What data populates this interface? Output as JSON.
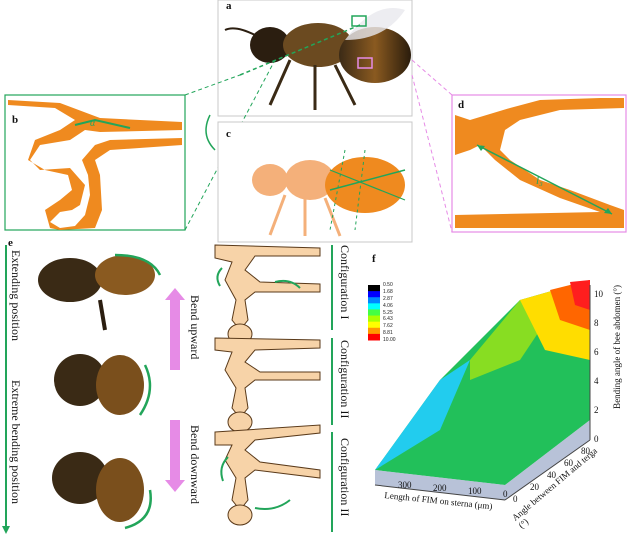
{
  "panels": {
    "a": "a",
    "b": "b",
    "c": "c",
    "d": "d",
    "e": "e",
    "f": "f"
  },
  "annotations": {
    "angle_b": "α",
    "length_d": "l₃"
  },
  "panel_e": {
    "extending": "Extending position",
    "extreme": "Extreme bending position",
    "bend_up": "Bend upward",
    "bend_down": "Bend downward",
    "config_1": "Configuration I",
    "config_2": "Configuration II",
    "config_3": "Configuration II"
  },
  "colors": {
    "orange": "#ef8a1f",
    "green": "#22a55a",
    "pink": "#e68be6",
    "sclerite": "#f7d3a8"
  },
  "chart_data": {
    "type": "surface3d",
    "xlabel": "Length of FIM on sterna (μm)",
    "ylabel": "Angle between FIM and terga (°)",
    "zlabel": "Bending angle of bee abdomen (°)",
    "x_ticks": [
      "300",
      "200",
      "100",
      "0"
    ],
    "y_ticks": [
      "0",
      "20",
      "40",
      "60",
      "80"
    ],
    "z_ticks": [
      "0",
      "2",
      "4",
      "6",
      "8",
      "10"
    ],
    "colorbar": [
      "0.50",
      "1.68",
      "2.87",
      "4.06",
      "5.25",
      "6.43",
      "7.62",
      "8.81",
      "10.00"
    ],
    "colorbar_colors": [
      "#000000",
      "#0000ff",
      "#0088ff",
      "#00ffff",
      "#44ff44",
      "#aaff00",
      "#ffff00",
      "#ff9900",
      "#ff0000"
    ]
  }
}
